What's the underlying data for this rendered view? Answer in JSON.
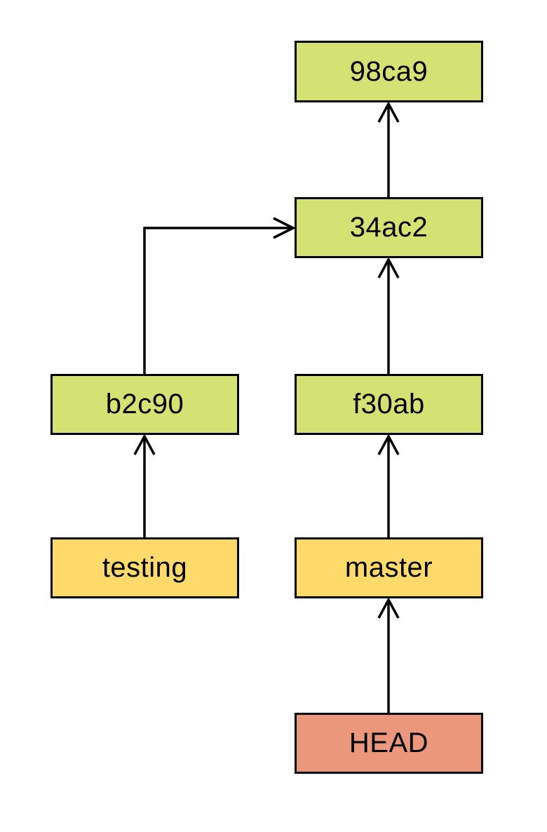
{
  "colors": {
    "commit": "#d4e273",
    "branch": "#fdda6a",
    "head": "#eb977b",
    "stroke": "#000000"
  },
  "nodes": {
    "commit_98ca9": {
      "label": "98ca9",
      "kind": "commit"
    },
    "commit_34ac2": {
      "label": "34ac2",
      "kind": "commit"
    },
    "commit_b2c90": {
      "label": "b2c90",
      "kind": "commit"
    },
    "commit_f30ab": {
      "label": "f30ab",
      "kind": "commit"
    },
    "branch_testing": {
      "label": "testing",
      "kind": "branch"
    },
    "branch_master": {
      "label": "master",
      "kind": "branch"
    },
    "head": {
      "label": "HEAD",
      "kind": "head"
    }
  },
  "edges": [
    {
      "from": "commit_34ac2",
      "to": "commit_98ca9"
    },
    {
      "from": "commit_b2c90",
      "to": "commit_34ac2"
    },
    {
      "from": "commit_f30ab",
      "to": "commit_34ac2"
    },
    {
      "from": "branch_testing",
      "to": "commit_b2c90"
    },
    {
      "from": "branch_master",
      "to": "commit_f30ab"
    },
    {
      "from": "head",
      "to": "branch_master"
    }
  ]
}
